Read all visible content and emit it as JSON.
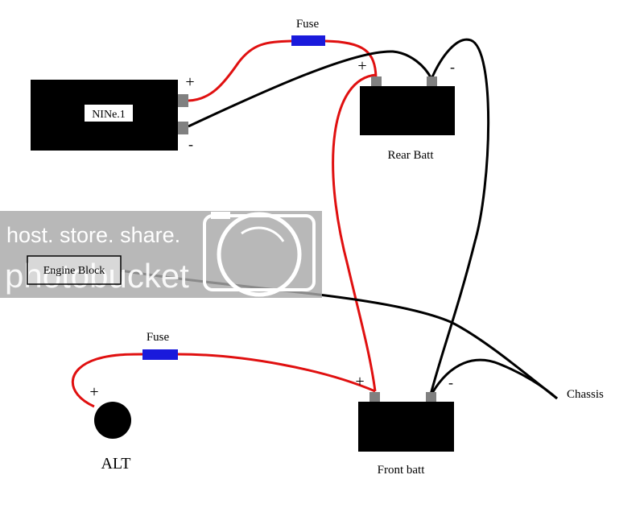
{
  "labels": {
    "amp": "NINe.1",
    "rear_batt": "Rear Batt",
    "front_batt": "Front batt",
    "alt": "ALT",
    "engine_block": "Engine Block",
    "chassis": "Chassis",
    "fuse_top": "Fuse",
    "fuse_bottom": "Fuse",
    "amp_pos": "+",
    "amp_neg": "-",
    "rear_pos": "+",
    "rear_neg": "-",
    "front_pos": "+",
    "front_neg": "-",
    "alt_pos": "+"
  },
  "watermark": {
    "line1": "host. store. share.",
    "line2": "photobucket"
  },
  "colors": {
    "positive_wire": "#e01010",
    "ground_wire": "#000000",
    "fuse": "#1a1adc",
    "terminal": "#808080",
    "component": "#000000"
  }
}
